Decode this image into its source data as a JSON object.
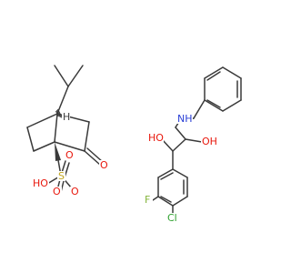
{
  "colors": {
    "bond": "#3a3a3a",
    "carbon_hydrogen": "#3a3a3a",
    "oxygen": "#e8170c",
    "nitrogen": "#2a3fd6",
    "fluorine": "#84b43a",
    "chlorine": "#2fa12f",
    "sulfur": "#c1a51c"
  },
  "atoms": {
    "H_bridgehead": "H",
    "O_ketone": "O",
    "O_sulfonyl_top": "O",
    "O_sulfonyl_bottom": "O",
    "S": "S",
    "HO_acid": "HO",
    "NH": "NH",
    "HO_benzylic": "HO",
    "OH_primary": "OH",
    "F": "F",
    "Cl": "Cl"
  }
}
